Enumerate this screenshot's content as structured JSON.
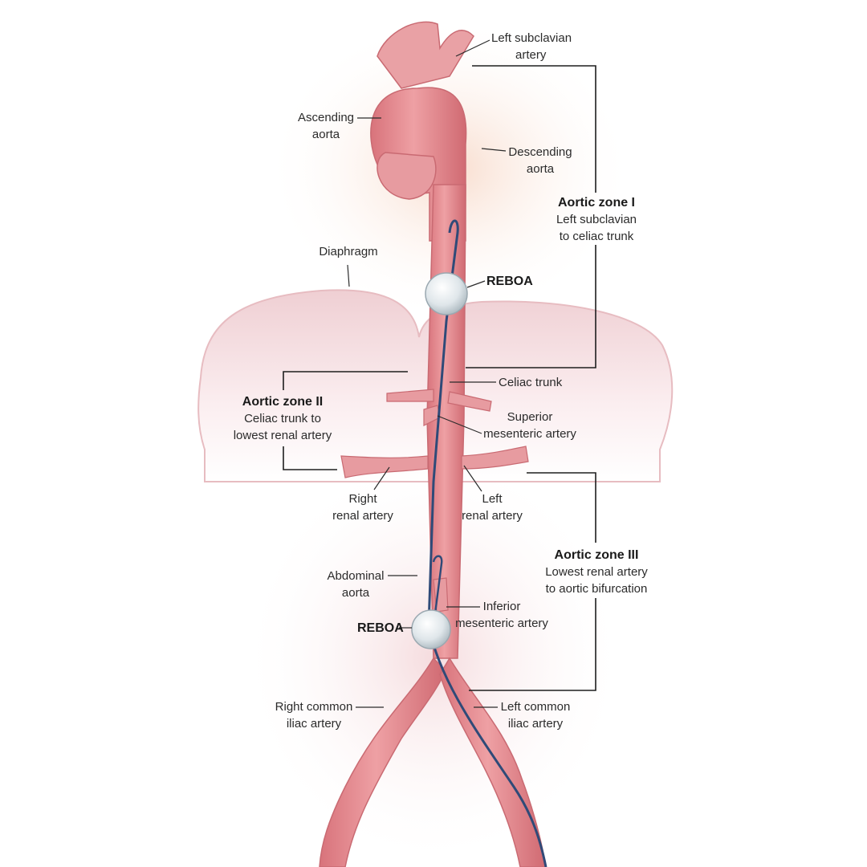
{
  "labels": {
    "left_subclavian": [
      "Left subclavian",
      "artery"
    ],
    "ascending_aorta": [
      "Ascending",
      "aorta"
    ],
    "descending_aorta": [
      "Descending",
      "aorta"
    ],
    "diaphragm": "Diaphragm",
    "reboa_upper": "REBOA",
    "celiac_trunk": "Celiac trunk",
    "superior_mesenteric": [
      "Superior",
      "mesenteric artery"
    ],
    "right_renal": [
      "Right",
      "renal artery"
    ],
    "left_renal": [
      "Left",
      "renal artery"
    ],
    "abdominal_aorta": [
      "Abdominal",
      "aorta"
    ],
    "inferior_mesenteric": [
      "Inferior",
      "mesenteric artery"
    ],
    "reboa_lower": "REBOA",
    "right_common_iliac": [
      "Right common",
      "iliac artery"
    ],
    "left_common_iliac": [
      "Left common",
      "iliac artery"
    ]
  },
  "zones": {
    "zone1": {
      "title": "Aortic zone I",
      "desc": [
        "Left subclavian",
        "to celiac trunk"
      ]
    },
    "zone2": {
      "title": "Aortic zone II",
      "desc": [
        "Celiac trunk to",
        "lowest renal artery"
      ]
    },
    "zone3": {
      "title": "Aortic zone III",
      "desc": [
        "Lowest renal artery",
        "to aortic bifurcation"
      ]
    }
  },
  "colors": {
    "artery_fill": "#e48a8f",
    "artery_shade": "#c96a72",
    "catheter": "#2f4a78",
    "balloon": "#dfe6ea",
    "diaphragm_fill": "#f6e3e5",
    "bracket_line": "#1e1e1e"
  }
}
